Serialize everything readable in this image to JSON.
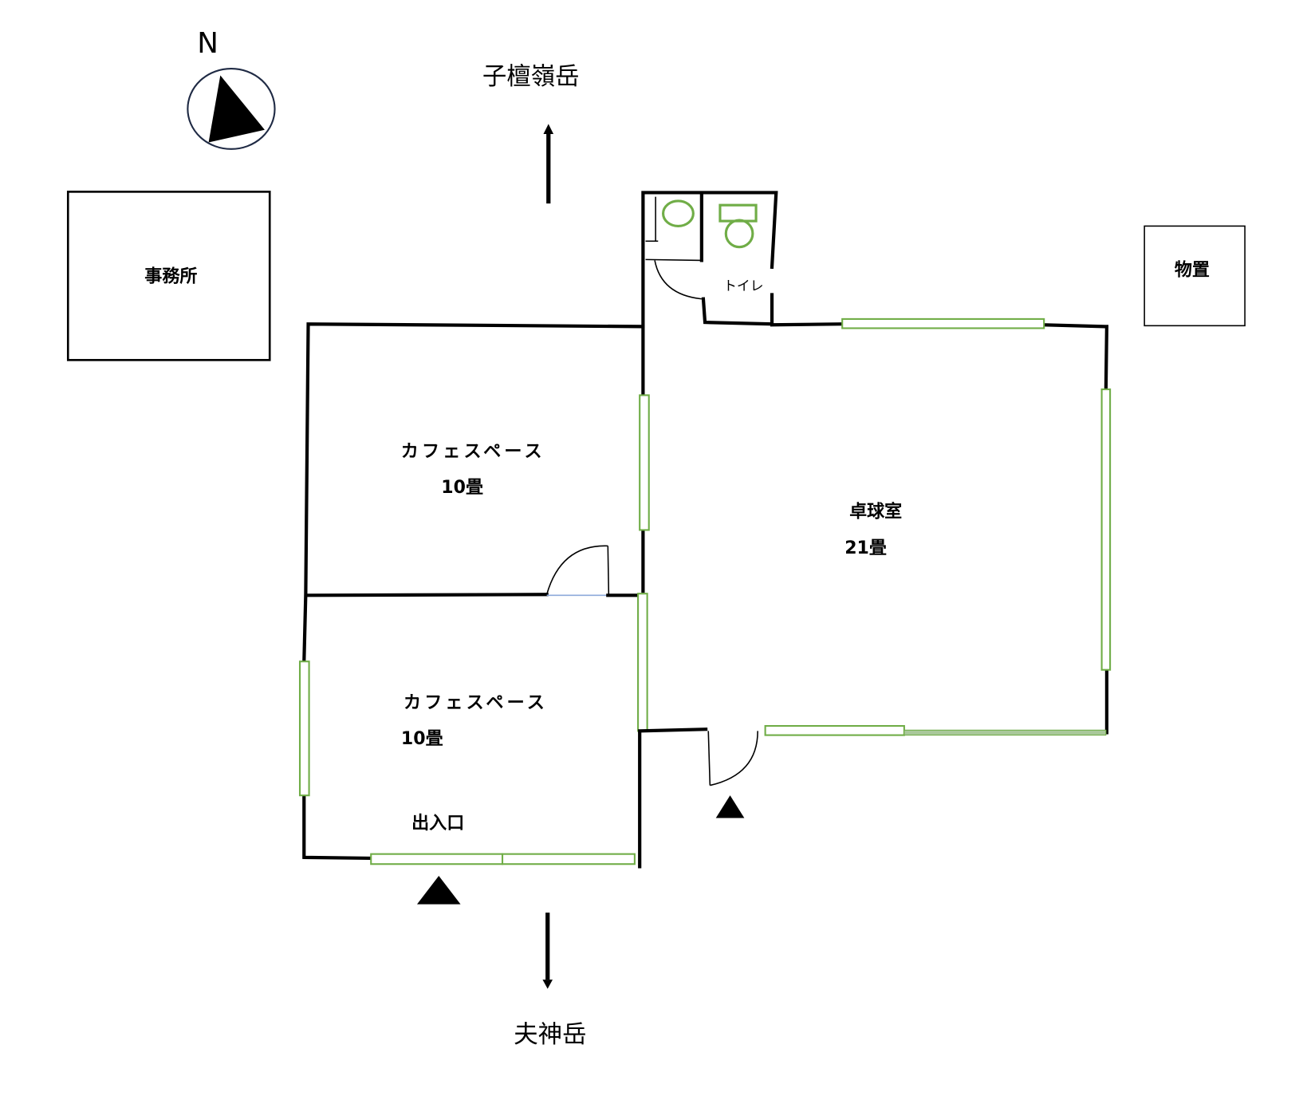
{
  "compass": {
    "north_label": "N"
  },
  "directions": {
    "north": "子檀嶺岳",
    "south": "夫神岳"
  },
  "buildings": {
    "office": "事務所",
    "storage": "物置"
  },
  "rooms": {
    "toilet": "トイレ",
    "cafe_north": {
      "name": "カフェスペース",
      "size": "10畳"
    },
    "cafe_south": {
      "name": "カフェスペース",
      "size": "10畳"
    },
    "table_tennis": {
      "name": "卓球室",
      "size": "21畳"
    }
  },
  "entrance": {
    "label": "出入口"
  },
  "colors": {
    "wall": "#000000",
    "window": "#70ad47",
    "fixture": "#70ad47"
  }
}
